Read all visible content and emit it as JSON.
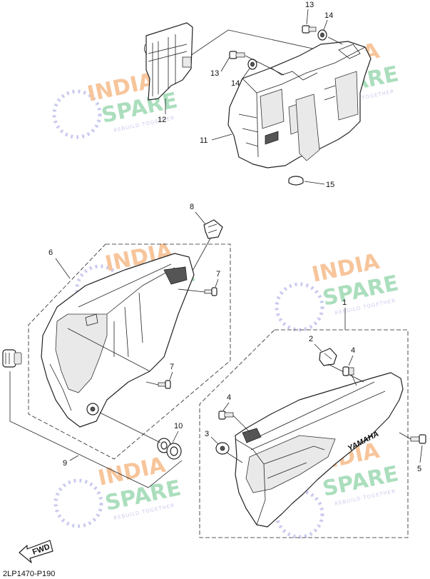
{
  "callouts": {
    "p1": "1",
    "p2": "2",
    "p3": "3",
    "p4a": "4",
    "p4b": "4",
    "p5": "5",
    "p6": "6",
    "p7a": "7",
    "p7b": "7",
    "p8": "8",
    "p9": "9",
    "p10": "10",
    "p11": "11",
    "p12": "12",
    "p13a": "13",
    "p13b": "13",
    "p14a": "14",
    "p14b": "14",
    "p15": "15"
  },
  "diagram_code": "2LP1470-P190",
  "fwd_label": "FWD",
  "cover_brand": "YAMAHA",
  "watermark": {
    "line1": "INDIA",
    "line2": "SPARE",
    "tagline": "REBUILD TOGETHER",
    "orange": "#f5b27a",
    "green": "#8fd3a8",
    "blue": "#b9b9ea"
  }
}
